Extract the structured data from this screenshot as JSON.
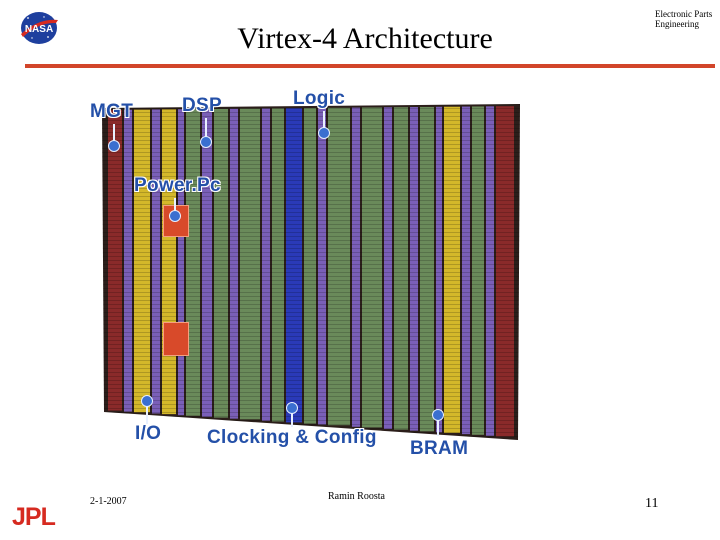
{
  "slide": {
    "title": "Virtex-4 Architecture",
    "department": "Electronic Parts Engineering",
    "footer_date": "2-1-2007",
    "footer_author": "Ramin Roosta",
    "page_number": "11"
  },
  "logos": {
    "top_left": "NASA",
    "bottom_left": "JPL"
  },
  "diagram": {
    "labels": {
      "mgt": "MGT",
      "dsp": "DSP",
      "logic": "Logic",
      "powerpc": "Power.Pc",
      "io": "I/O",
      "clocking": "Clocking & Config",
      "bram": "BRAM"
    }
  },
  "colors": {
    "accent_rule": "#d2452a",
    "label_text": "#2450a8",
    "logic_fabric": "#6a8a5a",
    "bram_column": "#d4b82a",
    "dsp_column": "#7a5fb8",
    "io_column": "#8a2a2a",
    "clock_column": "#2a3ab8",
    "powerpc_block": "#d84a2a"
  }
}
